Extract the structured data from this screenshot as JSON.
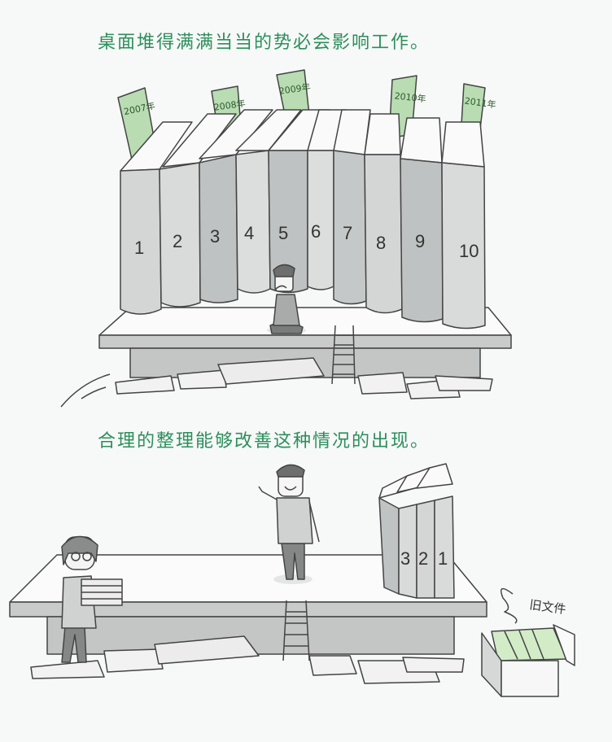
{
  "panel_top": {
    "caption": "桌面堆得满满当当的势必会影响工作。",
    "books": [
      "1",
      "2",
      "3",
      "4",
      "5",
      "6",
      "7",
      "8",
      "9",
      "10"
    ],
    "bookmarks": [
      "2007年",
      "2008年",
      "2009年",
      "2010年",
      "2011年"
    ],
    "scene": "A tiny worried man sits on a desk crowded by ten giant binders; papers are piled beneath the desk and a ladder leans against it."
  },
  "panel_bottom": {
    "caption": "合理的整理能够改善这种情况的出现。",
    "books": [
      "3",
      "2",
      "1"
    ],
    "box_label": "旧文件",
    "scene": "The desk is clear; a cheerful man stands on it, three binders are neatly stacked, a woman carries a pile of papers, and old files are put into a cardboard box."
  },
  "colors": {
    "caption_green": "#2b8f5a",
    "bookmark_green": "#b9dcb3",
    "book_gray": "#d4d6d6",
    "book_dark": "#bfc2c2",
    "desk_gray": "#c9cbcb",
    "line": "#444444"
  }
}
